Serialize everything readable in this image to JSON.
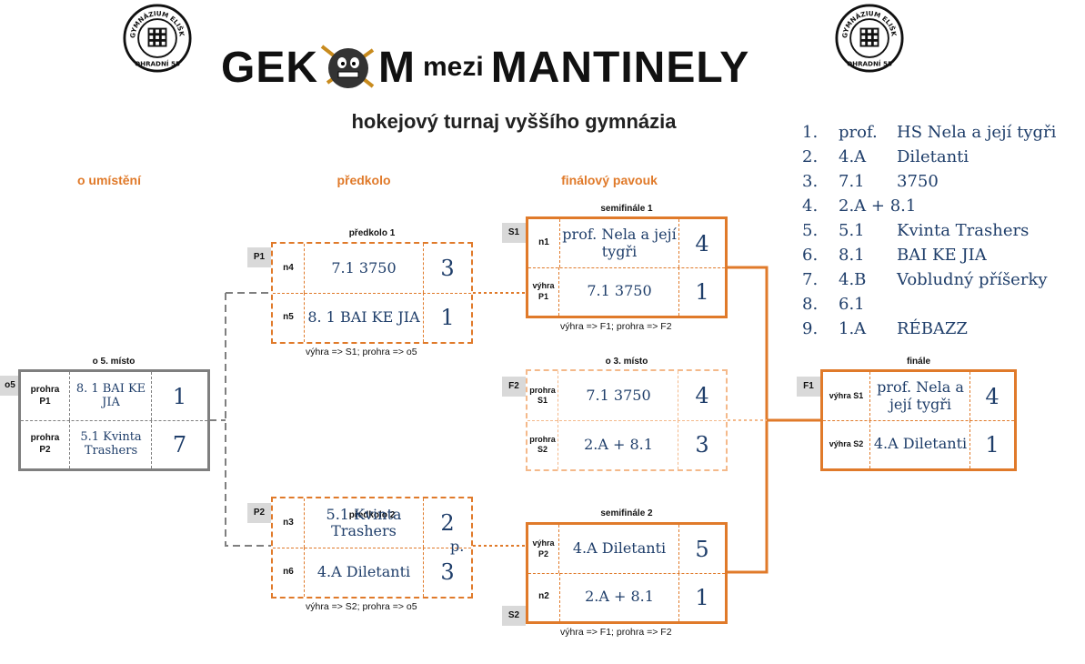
{
  "logo_text": {
    "top": "GYMNÁZIUM ELIŠKY KRÁSNOHORSKÉ",
    "bottom": "OHRADNÍ 55"
  },
  "header": {
    "brand_left": "GEK",
    "brand_right": "M",
    "brand_mid": "mezi",
    "brand_end": "MANTINELY",
    "subtitle": "hokejový turnaj vyššího gymnázia"
  },
  "sections": {
    "placement": "o umístění",
    "prelim": "předkolo",
    "bracket": "finálový pavouk"
  },
  "prelim1": {
    "caption": "předkolo 1",
    "tag": "P1",
    "rows": [
      {
        "label": "n4",
        "team": "7.1 3750",
        "score": "3"
      },
      {
        "label": "n5",
        "team": "8. 1 BAI KE JIA",
        "score": "1"
      }
    ],
    "note": "výhra => S1; prohra => o5"
  },
  "prelim2": {
    "caption": "předkolo 2",
    "tag": "P2",
    "rows": [
      {
        "label": "n3",
        "team": "5.1 Kvinta Trashers",
        "score": "2"
      },
      {
        "label": "n6",
        "team": "4.A Diletanti",
        "score": "3"
      }
    ],
    "note": "výhra => S2; prohra => o5",
    "extra": "p."
  },
  "fifth": {
    "caption": "o 5. místo",
    "tag": "o5",
    "rows": [
      {
        "label": "prohra P1",
        "team": "8. 1 BAI KE JIA",
        "score": "1"
      },
      {
        "label": "prohra P2",
        "team": "5.1 Kvinta Trashers",
        "score": "7"
      }
    ]
  },
  "semi1": {
    "caption": "semifinále 1",
    "tag": "S1",
    "rows": [
      {
        "label": "n1",
        "team": "prof. Nela a její tygři",
        "score": "4"
      },
      {
        "label": "výhra P1",
        "team": "7.1 3750",
        "score": "1"
      }
    ],
    "note": "výhra => F1; prohra => F2"
  },
  "third": {
    "caption": "o 3. místo",
    "tag": "F2",
    "rows": [
      {
        "label": "prohra S1",
        "team": "7.1 3750",
        "score": "4"
      },
      {
        "label": "prohra S2",
        "team": "2.A + 8.1",
        "score": "3"
      }
    ]
  },
  "semi2": {
    "caption": "semifinále 2",
    "tag": "S2",
    "rows": [
      {
        "label": "výhra P2",
        "team": "4.A Diletanti",
        "score": "5"
      },
      {
        "label": "n2",
        "team": "2.A + 8.1",
        "score": "1"
      }
    ],
    "note": "výhra => F1; prohra => F2"
  },
  "final": {
    "caption": "finále",
    "tag": "F1",
    "rows": [
      {
        "label": "výhra S1",
        "team": "prof. Nela a její tygři",
        "score": "4"
      },
      {
        "label": "výhra S2",
        "team": "4.A Diletanti",
        "score": "1"
      }
    ]
  },
  "standings": [
    {
      "rank": "1.",
      "class": "prof.",
      "team": "HS Nela a její tygři"
    },
    {
      "rank": "2.",
      "class": "4.A",
      "team": "Diletanti"
    },
    {
      "rank": "3.",
      "class": "7.1",
      "team": "3750"
    },
    {
      "rank": "4.",
      "class": "2.A + 8.1",
      "team": ""
    },
    {
      "rank": "5.",
      "class": "5.1",
      "team": "Kvinta Trashers"
    },
    {
      "rank": "6.",
      "class": "8.1",
      "team": "BAI KE JIA"
    },
    {
      "rank": "7.",
      "class": "4.B",
      "team": "Vobludný příšerky"
    },
    {
      "rank": "8.",
      "class": "6.1",
      "team": ""
    },
    {
      "rank": "9.",
      "class": "1.A",
      "team": "RÉBAZZ"
    }
  ],
  "colors": {
    "orange": "#e07a2a",
    "light_orange": "#f4b98a",
    "gray": "#7f7f7f",
    "navy": "#1f3e6a"
  }
}
